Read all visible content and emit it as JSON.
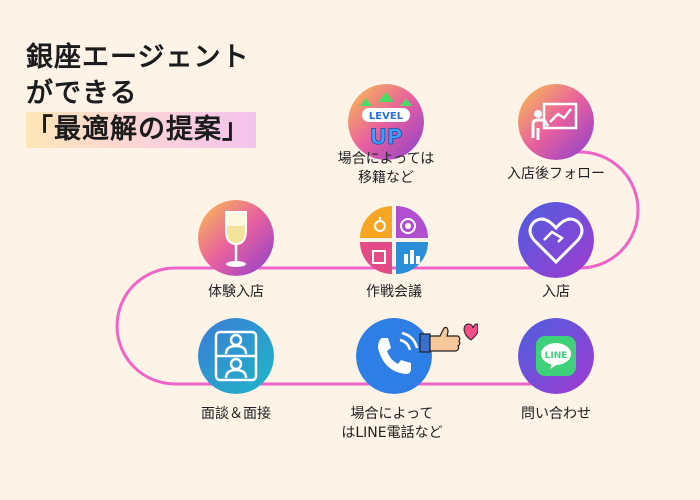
{
  "title": {
    "line1": "銀座エージェント",
    "line2": "ができる",
    "line3": "「最適解の提案」"
  },
  "icons": {
    "level_up_text_top": "LEVEL",
    "level_up_text_bottom": "UP",
    "line_app_text": "LINE"
  },
  "steps": [
    {
      "id": "toiawase",
      "label": "問い合わせ",
      "icon": "line-app-icon"
    },
    {
      "id": "denwa",
      "label_l1": "場合によって",
      "label_l2": "はLINE電話など",
      "icon": "phone-call-icon"
    },
    {
      "id": "mendan",
      "label": "面談＆面接",
      "icon": "interview-icon"
    },
    {
      "id": "taiken",
      "label": "体験入店",
      "icon": "wine-glass-icon"
    },
    {
      "id": "sakusen",
      "label": "作戦会議",
      "icon": "strategy-meeting-icon"
    },
    {
      "id": "nyuten",
      "label": "入店",
      "icon": "handshake-icon"
    },
    {
      "id": "follow",
      "label": "入店後フォロー",
      "icon": "presentation-icon"
    },
    {
      "id": "iseki",
      "label_l1": "場合によっては",
      "label_l2": "移籍など",
      "icon": "level-up-icon"
    }
  ],
  "colors": {
    "background": "#fdf3e7",
    "path": "#f064c8",
    "gradient_start": "#f9b84a",
    "gradient_mid": "#e05aa8",
    "gradient_end": "#7b4bd6"
  }
}
